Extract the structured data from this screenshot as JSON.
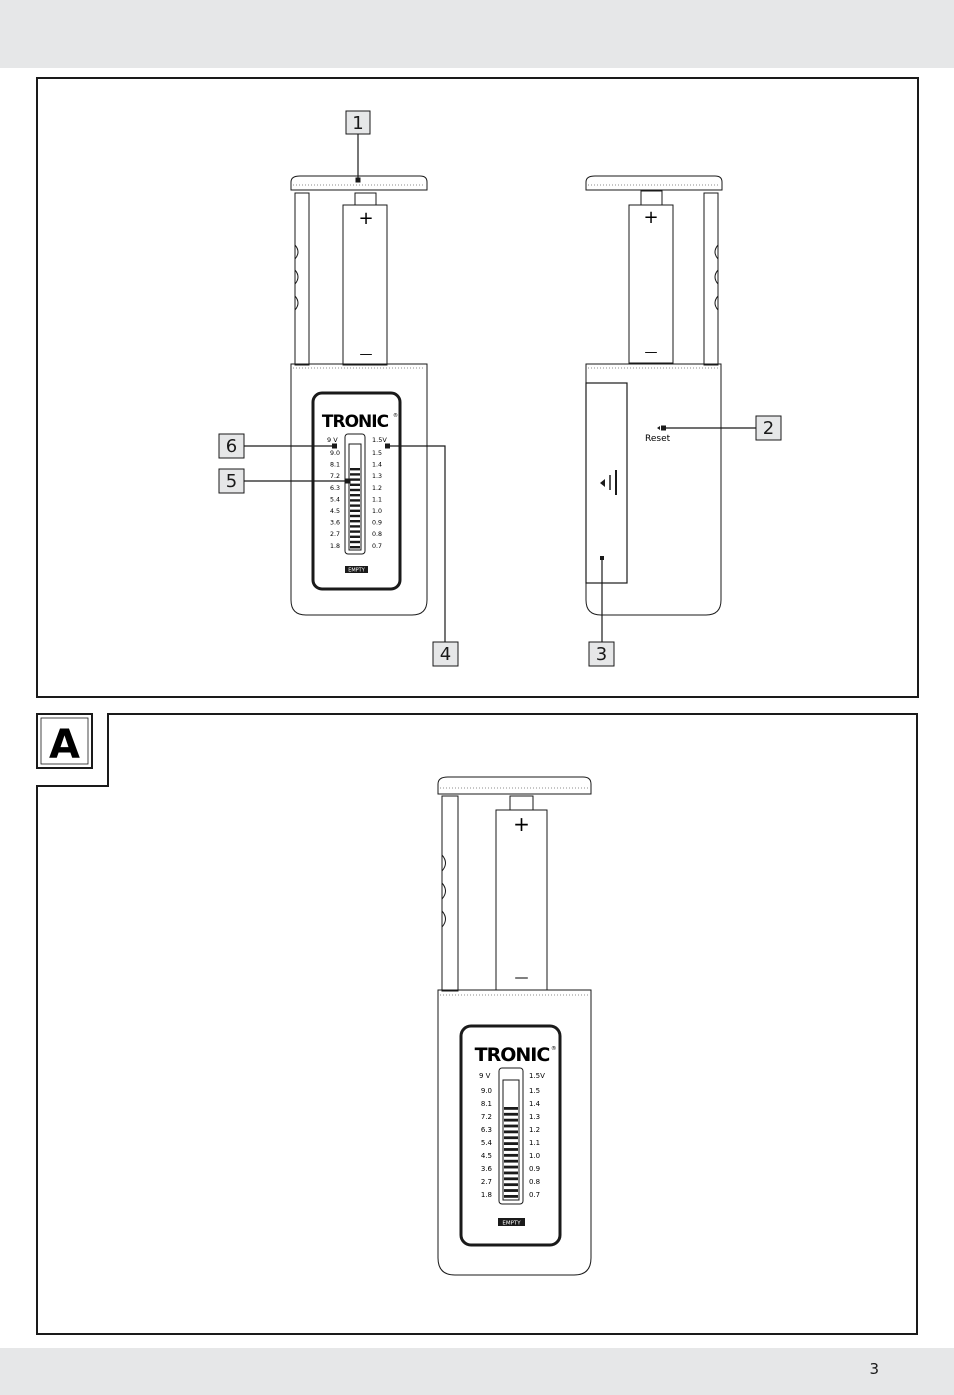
{
  "page": {
    "number": "3"
  },
  "section": {
    "letter": "A"
  },
  "callouts": {
    "c1": "1",
    "c2": "2",
    "c3": "3",
    "c4": "4",
    "c5": "5",
    "c6": "6"
  },
  "device": {
    "brand": "TRONIC",
    "brand_mark": "®",
    "left_header": "9 V",
    "right_header": "1.5V",
    "scale_left": [
      "9.0",
      "8.1",
      "7.2",
      "6.3",
      "5.4",
      "4.5",
      "3.6",
      "2.7",
      "1.8"
    ],
    "scale_right": [
      "1.5",
      "1.4",
      "1.3",
      "1.2",
      "1.1",
      "1.0",
      "0.9",
      "0.8",
      "0.7"
    ],
    "empty_label": "EMPTY",
    "reset_label": "Reset",
    "plus": "+",
    "minus": "—"
  },
  "icons": [
    "speaker-icon",
    "reset-button-icon"
  ]
}
